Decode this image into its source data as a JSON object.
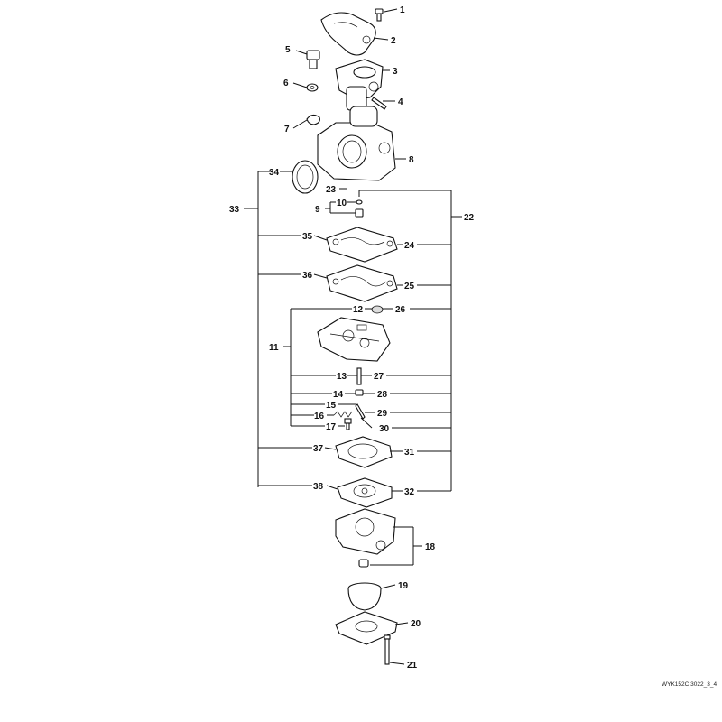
{
  "diagram": {
    "reference_code": "WYK152C 3022_3_4",
    "callouts": [
      "1",
      "2",
      "3",
      "4",
      "5",
      "6",
      "7",
      "8",
      "9",
      "10",
      "11",
      "12",
      "13",
      "14",
      "15",
      "16",
      "17",
      "18",
      "19",
      "20",
      "21",
      "22",
      "23",
      "24",
      "25",
      "26",
      "27",
      "28",
      "29",
      "30",
      "31",
      "32",
      "33",
      "34",
      "35",
      "36",
      "37",
      "38"
    ]
  }
}
